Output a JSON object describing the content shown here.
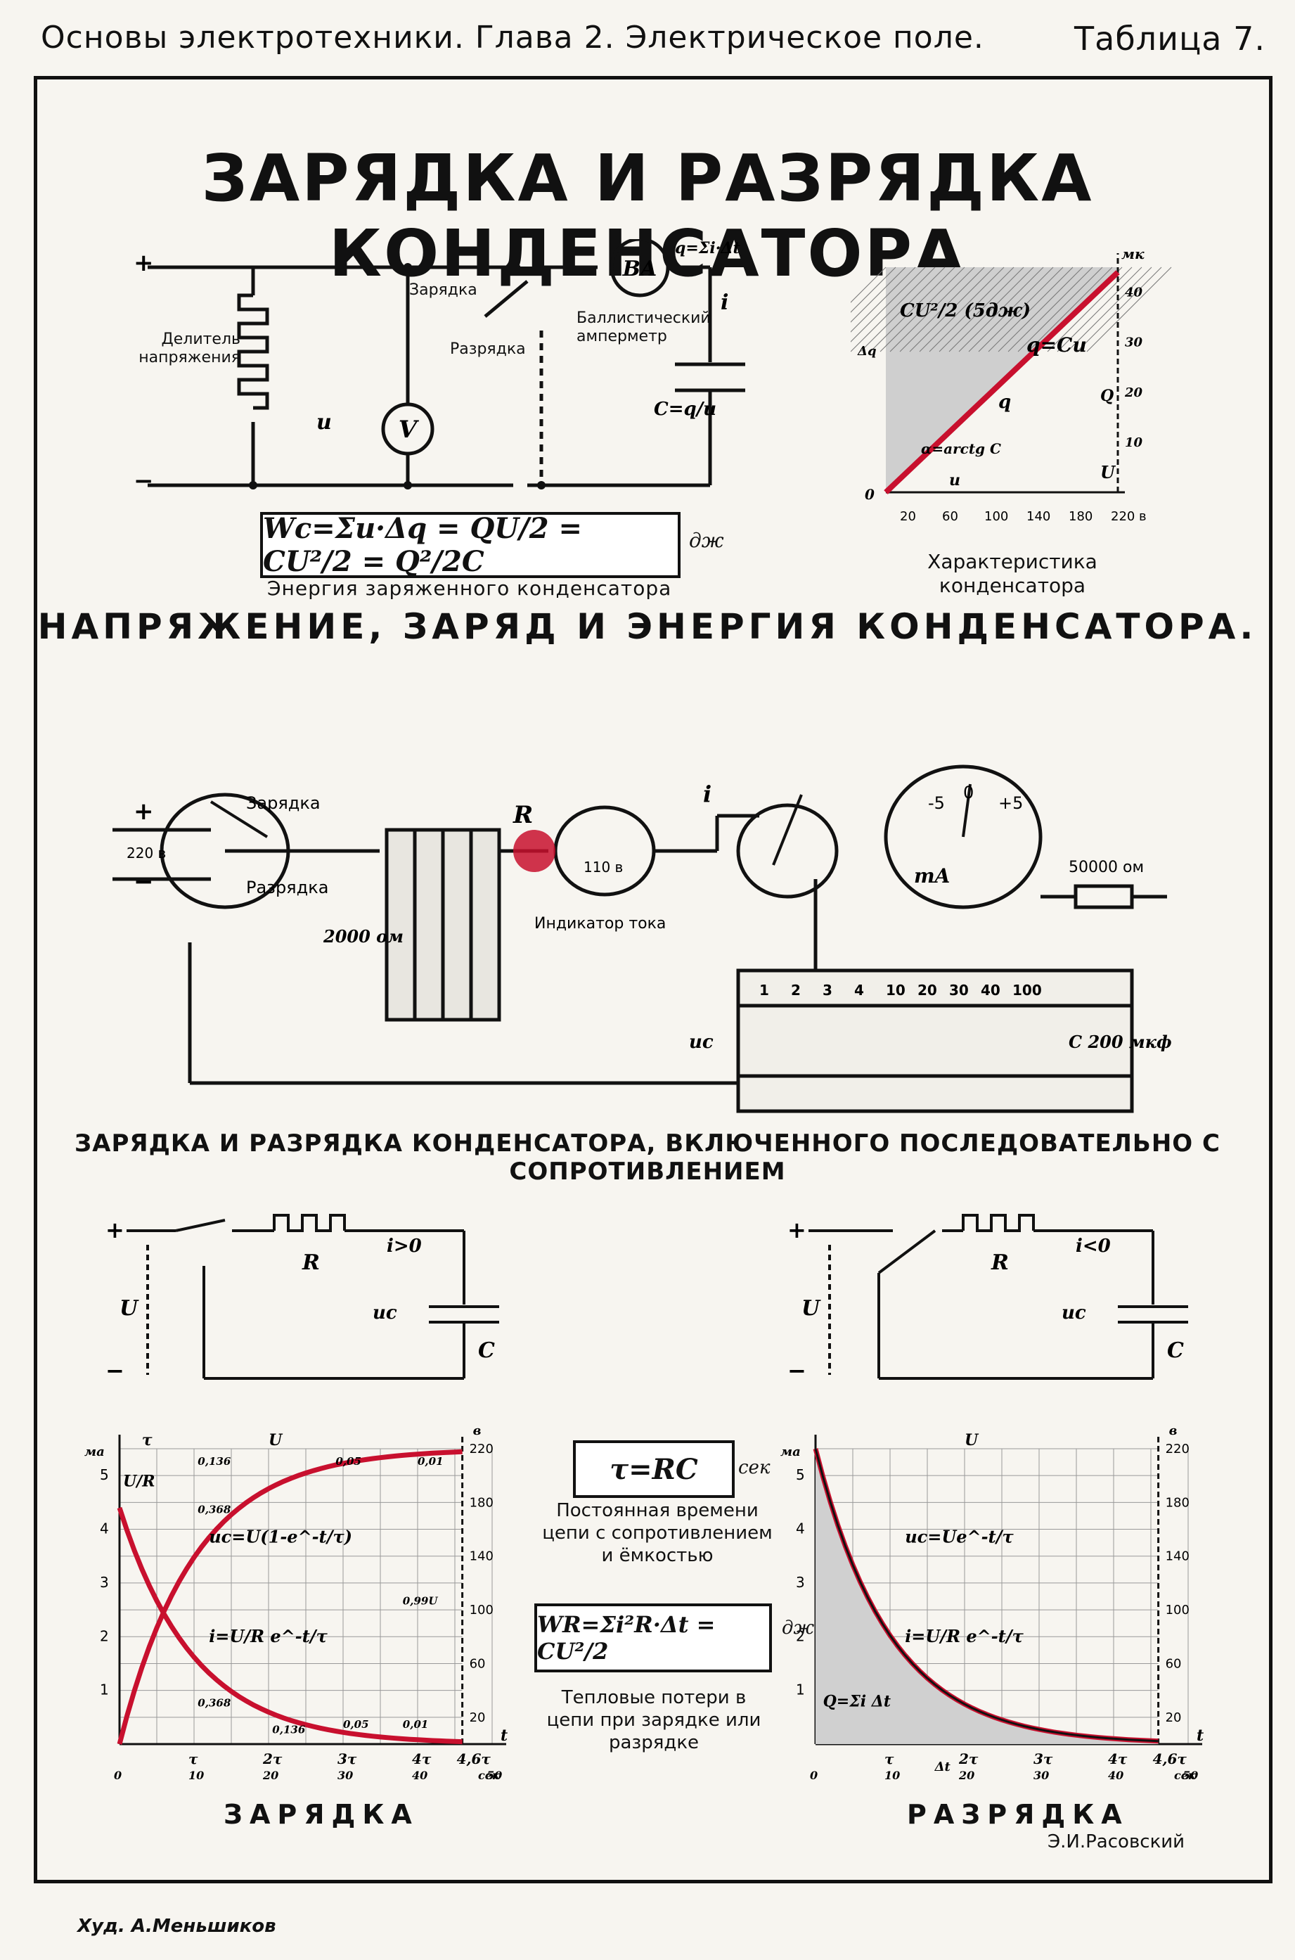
{
  "header": {
    "left": "Основы электротехники. Глава 2. Электрическое поле.",
    "right": "Таблица 7."
  },
  "title": "ЗАРЯДКА И РАЗРЯДКА КОНДЕНСАТОРА",
  "section1": {
    "title": "НАПРЯЖЕНИЕ, ЗАРЯД И ЭНЕРГИЯ КОНДЕНСАТОРА.",
    "divider_label": "Делитель напряжения",
    "switch_charge": "Зарядка",
    "switch_discharge": "Разрядка",
    "ammeter_label": "Баллистический амперметр",
    "ammeter_symbol": "BA",
    "voltmeter_symbol": "V",
    "charge_formula": "q=Σi·Δt",
    "current_label": "i",
    "voltage_label": "u",
    "capacitance_formula": "C=q/u",
    "plus": "+",
    "minus": "−",
    "energy_formula": "Wc=Σu·Δq = QU/2 = CU²/2 = Q²/2C",
    "energy_unit": "дж",
    "energy_caption": "Энергия заряженного конденсатора",
    "characteristic_caption": "Характеристика конденсатора",
    "chart_labels": {
      "area_label": "CU²/2 (5дж)",
      "line_label": "q=Cu",
      "alpha_label": "α=arctg C",
      "dq_label": "Δq",
      "q_label": "q",
      "u_label": "u",
      "Q_label": "Q",
      "U_label": "U",
      "y_unit": "мк",
      "x_unit": "в",
      "origin": "0"
    }
  },
  "section2": {
    "title": "ЗАРЯДКА И РАЗРЯДКА КОНДЕНСАТОРА, ВКЛЮЧЕННОГО ПОСЛЕДОВАТЕЛЬНО С СОПРОТИВЛЕНИЕМ",
    "voltage": "220 в",
    "charge": "Зарядка",
    "discharge": "Разрядка",
    "resistor_label": "R",
    "resistance": "2000 ом",
    "lamp_voltage": "110 в",
    "indicator_label": "Индикатор тока",
    "current_label": "i",
    "ma_label": "mA",
    "meter_scale": [
      "-5",
      "0",
      "+5"
    ],
    "shunt": "50000 ом",
    "uc_label": "uc",
    "cap_box_label": "C 200 мкф",
    "cap_values": [
      "1",
      "2",
      "3",
      "4",
      "10",
      "20",
      "30",
      "40",
      "100"
    ],
    "mkf": "мкф"
  },
  "section3": {
    "charge_title": "ЗАРЯДКА",
    "discharge_title": "РАЗРЯДКА",
    "circuit_charge": {
      "R": "R",
      "i": "i>0",
      "U": "U",
      "uc": "uc",
      "C": "C"
    },
    "circuit_discharge": {
      "R": "R",
      "i": "i<0",
      "U": "U",
      "uc": "uc",
      "C": "C"
    },
    "tau_formula": "τ=RC",
    "tau_unit": "сек",
    "tau_caption": "Постоянная времени цепи с сопротивлением и ёмкостью",
    "heat_formula": "WR=Σi²R·Δt = CU²/2",
    "heat_unit": "дж",
    "heat_caption": "Тепловые потери в цепи при зарядке или разрядке",
    "charge_curve_labels": {
      "uc": "uc=U(1-e^-t/τ)",
      "i": "i=U/R e^-t/τ",
      "UR": "U/R",
      "U": "U",
      "tau": "τ",
      "t_axis": "t",
      "ann": [
        "0,136",
        "0,368",
        "0,05",
        "0,01",
        "0,99U",
        "0,368",
        "0,136",
        "0,05",
        "0,01"
      ]
    },
    "discharge_curve_labels": {
      "uc": "uc=Ue^-t/τ",
      "i": "i=U/R e^-t/τ",
      "Q": "Q=Σi Δt",
      "U": "U",
      "dt": "Δt",
      "t_axis": "t"
    }
  },
  "chart_data": [
    {
      "type": "line",
      "title": "Характеристика конденсатора",
      "xlabel": "в",
      "ylabel": "мк",
      "x_ticks": [
        "20",
        "60",
        "100",
        "140",
        "180",
        "220"
      ],
      "y_ticks": [
        "10",
        "20",
        "30",
        "40"
      ],
      "series": [
        {
          "name": "q=Cu",
          "x": [
            0,
            220
          ],
          "y": [
            0,
            44
          ]
        }
      ],
      "xlim": [
        0,
        220
      ],
      "ylim": [
        0,
        45
      ]
    },
    {
      "type": "line",
      "title": "ЗАРЯДКА",
      "xlabel": "сек",
      "ylabel": "ма",
      "x_ticks": [
        "0",
        "10",
        "20",
        "30",
        "40",
        "50"
      ],
      "x_tau_ticks": [
        "τ",
        "2τ",
        "3τ",
        "4τ",
        "4,6τ"
      ],
      "y_ticks_left": [
        "1",
        "2",
        "3",
        "4",
        "5"
      ],
      "y_ticks_right": [
        "20",
        "60",
        "100",
        "140",
        "180",
        "220"
      ],
      "y_unit_right": "в",
      "series": [
        {
          "name": "uc=U(1-e^-t/τ)",
          "x": [
            0,
            10,
            20,
            30,
            40,
            46
          ],
          "y": [
            0,
            139,
            190,
            209,
            216,
            218
          ]
        },
        {
          "name": "i=U/R e^-t/τ",
          "x": [
            0,
            10,
            20,
            30,
            40,
            46
          ],
          "y": [
            4.4,
            1.62,
            0.6,
            0.22,
            0.08,
            0.04
          ]
        }
      ]
    },
    {
      "type": "line",
      "title": "РАЗРЯДКА",
      "xlabel": "сек",
      "ylabel": "ма",
      "x_ticks": [
        "0",
        "10",
        "20",
        "30",
        "40",
        "50"
      ],
      "x_tau_ticks": [
        "τ",
        "2τ",
        "3τ",
        "4τ",
        "4,6τ"
      ],
      "y_ticks_left": [
        "1",
        "2",
        "3",
        "4",
        "5"
      ],
      "y_ticks_right": [
        "20",
        "60",
        "100",
        "140",
        "180",
        "220"
      ],
      "y_unit_right": "в",
      "series": [
        {
          "name": "uc=Ue^-t/τ",
          "x": [
            0,
            10,
            20,
            30,
            40,
            46
          ],
          "y": [
            220,
            81,
            30,
            11,
            4,
            2
          ]
        },
        {
          "name": "i=U/R e^-t/τ",
          "x": [
            0,
            10,
            20,
            30,
            40,
            46
          ],
          "y": [
            5.5,
            2.0,
            0.74,
            0.27,
            0.1,
            0.05
          ]
        }
      ]
    }
  ],
  "credits": {
    "author_right": "Э.И.Расовский",
    "artist": "Худ. А.Меньшиков"
  },
  "colors": {
    "curve": "#c8102e",
    "ink": "#111111"
  }
}
